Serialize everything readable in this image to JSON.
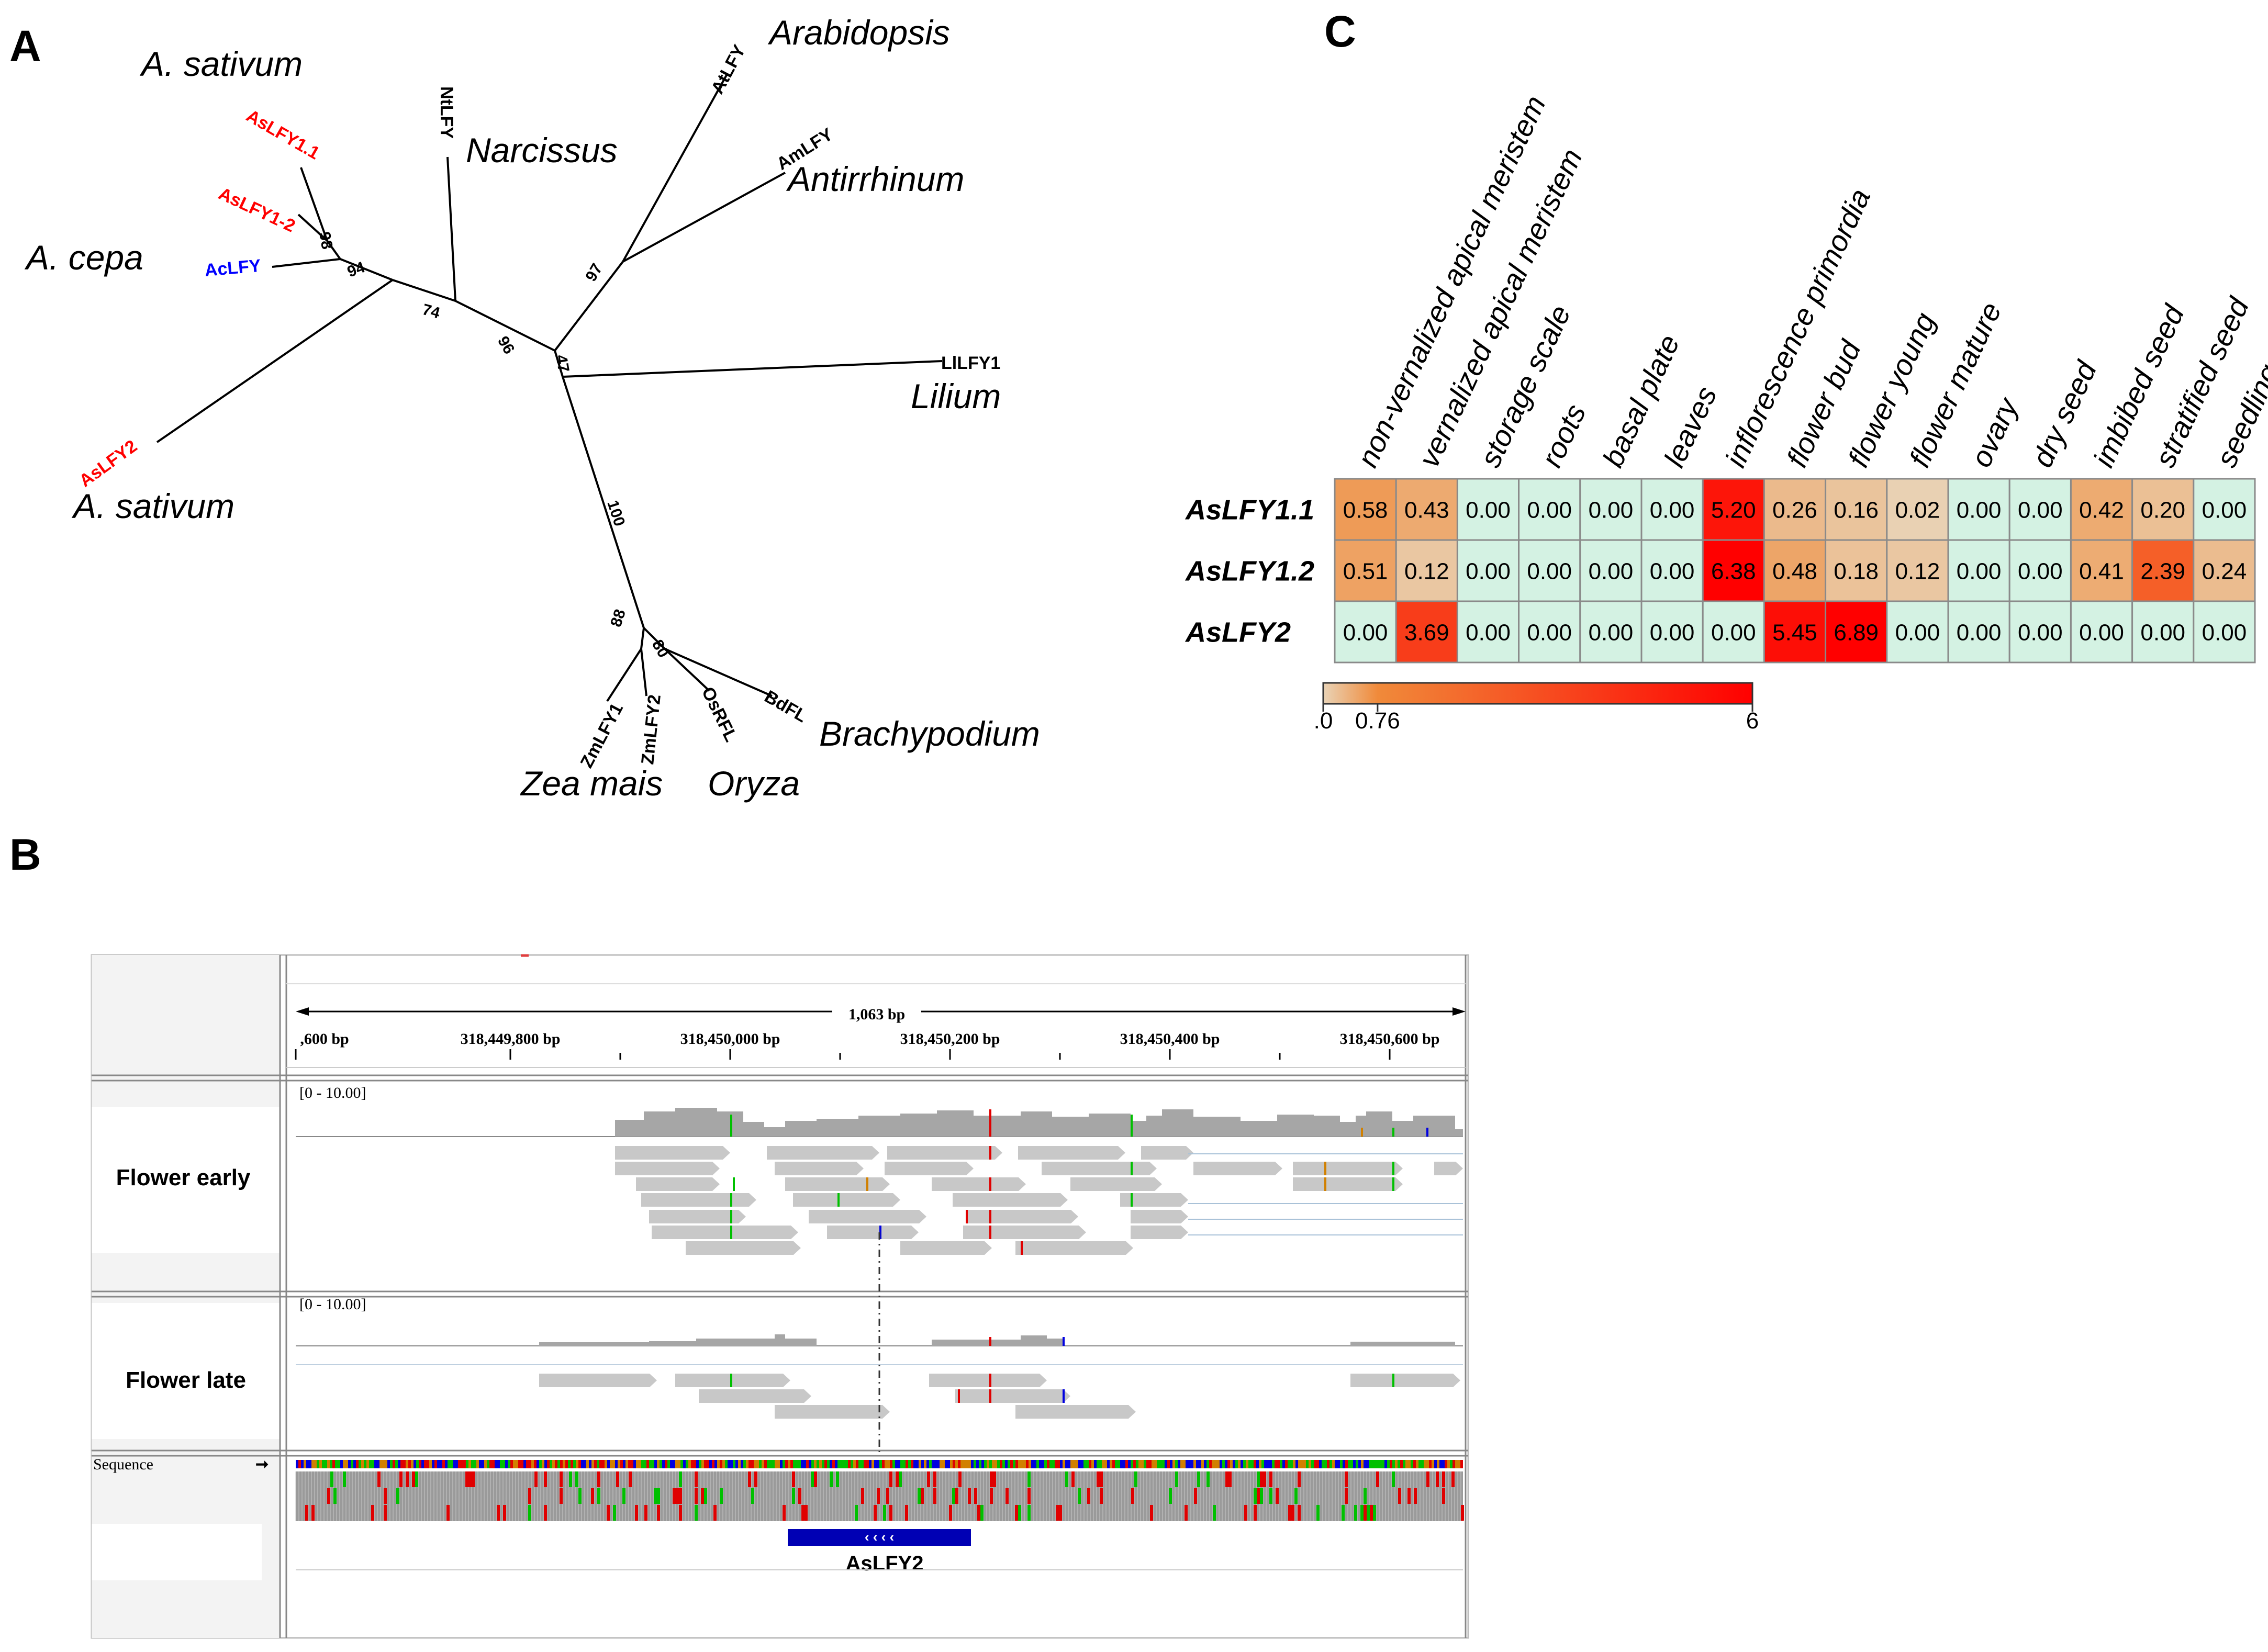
{
  "panels": {
    "a": "A",
    "b": "B",
    "c": "C"
  },
  "tree": {
    "species": {
      "sativum_top": "A. sativum",
      "cepa": "A. cepa",
      "sativum_bottom": "A. sativum",
      "narcissus": "Narcissus",
      "arabidopsis": "Arabidopsis",
      "antirrhinum": "Antirrhinum",
      "lilium": "Lilium",
      "brachypodium": "Brachypodium",
      "zea": "Zea mais",
      "oryza": "Oryza"
    },
    "genes": {
      "aslfy11": "AsLFY1.1",
      "aslfy12": "AsLFY1-2",
      "aclfy": "AcLFY",
      "aslfy2": "AsLFY2",
      "ntlfy": "NtLFY",
      "atlfy": "AtLFY",
      "amlfy": "AmLFY",
      "lllfy1": "LlLFY1",
      "zmlfy1": "ZmLFY1",
      "zmlfy2": "ZmLFY2",
      "osrfl": "OsRFL",
      "bdfl": "BdFL"
    },
    "bootstraps": {
      "b98": "98",
      "b94": "94",
      "b74": "74",
      "b96": "96",
      "b97": "97",
      "b47": "47",
      "b100": "100",
      "b88": "88",
      "b80": "80"
    },
    "colors": {
      "allium_sativum": "#ff0000",
      "allium_cepa": "#0000ff"
    }
  },
  "chart_data": {
    "type": "heatmap",
    "columns": [
      "non-vernalized apical meristem",
      "vernalized apical meristem",
      "storage scale",
      "roots",
      "basal plate",
      "leaves",
      "inflorescence primordia",
      "flower bud",
      "flower young",
      "flower mature",
      "ovary",
      "dry seed",
      "imbibed seed",
      "stratified seed",
      "seedling"
    ],
    "rows": [
      "AsLFY1.1",
      "AsLFY1.2",
      "AsLFY2"
    ],
    "values": [
      [
        0.58,
        0.43,
        0.0,
        0.0,
        0.0,
        0.0,
        5.2,
        0.26,
        0.16,
        0.02,
        0.0,
        0.0,
        0.42,
        0.2,
        0.0
      ],
      [
        0.51,
        0.12,
        0.0,
        0.0,
        0.0,
        0.0,
        6.38,
        0.48,
        0.18,
        0.12,
        0.0,
        0.0,
        0.41,
        2.39,
        0.24
      ],
      [
        0.0,
        3.69,
        0.0,
        0.0,
        0.0,
        0.0,
        0.0,
        5.45,
        6.89,
        0.0,
        0.0,
        0.0,
        0.0,
        0.0,
        0.0
      ]
    ],
    "value_labels": [
      [
        "0.58",
        "0.43",
        "0.00",
        "0.00",
        "0.00",
        "0.00",
        "5.20",
        "0.26",
        "0.16",
        "0.02",
        "0.00",
        "0.00",
        "0.42",
        "0.20",
        "0.00"
      ],
      [
        "0.51",
        "0.12",
        "0.00",
        "0.00",
        "0.00",
        "0.00",
        "6.38",
        "0.48",
        "0.18",
        "0.12",
        "0.00",
        "0.00",
        "0.41",
        "2.39",
        "0.24"
      ],
      [
        "0.00",
        "3.69",
        "0.00",
        "0.00",
        "0.00",
        "0.00",
        "0.00",
        "5.45",
        "6.89",
        "0.00",
        "0.00",
        "0.00",
        "0.00",
        "0.00",
        "0.00"
      ]
    ],
    "colorbar": {
      "min": 0,
      "mid": 0.76,
      "max": 6,
      "labels": [
        ".0",
        "0.76",
        "6"
      ]
    },
    "colors": {
      "zero": "#d4f2e3",
      "low": "#e9d3b6",
      "mid": "#f08a3a",
      "high": "#ff0000"
    }
  },
  "igv": {
    "ruler": {
      "span_label": "1,063 bp",
      "ticks": [
        ",600 bp",
        "318,449,800 bp",
        "318,450,000 bp",
        "318,450,200 bp",
        "318,450,400 bp",
        "318,450,600 bp"
      ]
    },
    "tracks": [
      {
        "name": "Flower early",
        "range": "[0 - 10.00]"
      },
      {
        "name": "Flower late",
        "range": "[0 - 10.00]"
      }
    ],
    "sequence_label": "Sequence",
    "sequence_arrow": "➞",
    "gene_label": "AsLFY2",
    "gene_strand": "‹ ‹ ‹ ‹",
    "colors": {
      "read": "#c8c8c8",
      "coverage": "#a6a6a6",
      "gene": "#0000b4",
      "mismatch_a": "#00c000",
      "mismatch_t": "#e00000",
      "mismatch_c": "#0000e0",
      "mismatch_g": "#d18000"
    }
  }
}
